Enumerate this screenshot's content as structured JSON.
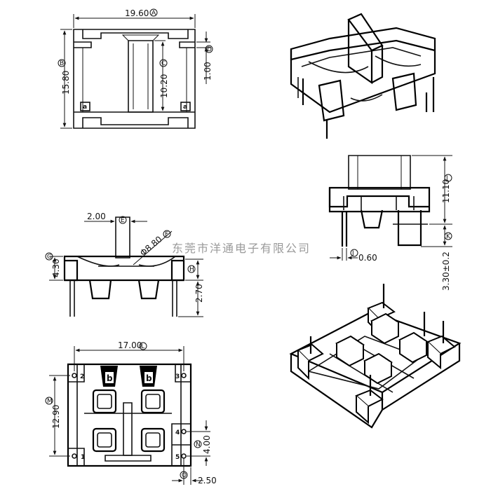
{
  "watermark": "东莞市洋通电子有限公司",
  "top_view": {
    "width_dim": "19.60",
    "width_tag": "A",
    "height_dim": "15.80",
    "height_tag": "B",
    "slot_dim": "10.20",
    "slot_tag": "C",
    "gap_dim": "1.00",
    "gap_tag": "D",
    "corner_labels": [
      "a",
      "a"
    ]
  },
  "side_view": {
    "top_width_dim": "2.00",
    "top_width_tag": "E",
    "diameter_dim": "Φ8.80",
    "diameter_tag": "F",
    "left_height_dim": "4.30",
    "left_height_tag": "G",
    "right_height_tag": "H",
    "pin_length_dim": "2.70"
  },
  "end_view": {
    "height_dim": "11.10",
    "height_tag": "I",
    "pin_dim": "0.60",
    "pin_tag": "J",
    "pin_length_dim": "3.30±0.2",
    "pin_length_tag": "K"
  },
  "bottom_view": {
    "width_dim": "17.00",
    "width_tag": "L",
    "height_dim": "12.90",
    "height_tag": "M",
    "pitch_dim": "4.00",
    "pitch_tag": "N",
    "offset_dim": "2.50",
    "offset_tag": "O",
    "pin_numbers": [
      "1",
      "2",
      "3",
      "4",
      "5"
    ],
    "marks": [
      "b",
      "b"
    ]
  }
}
